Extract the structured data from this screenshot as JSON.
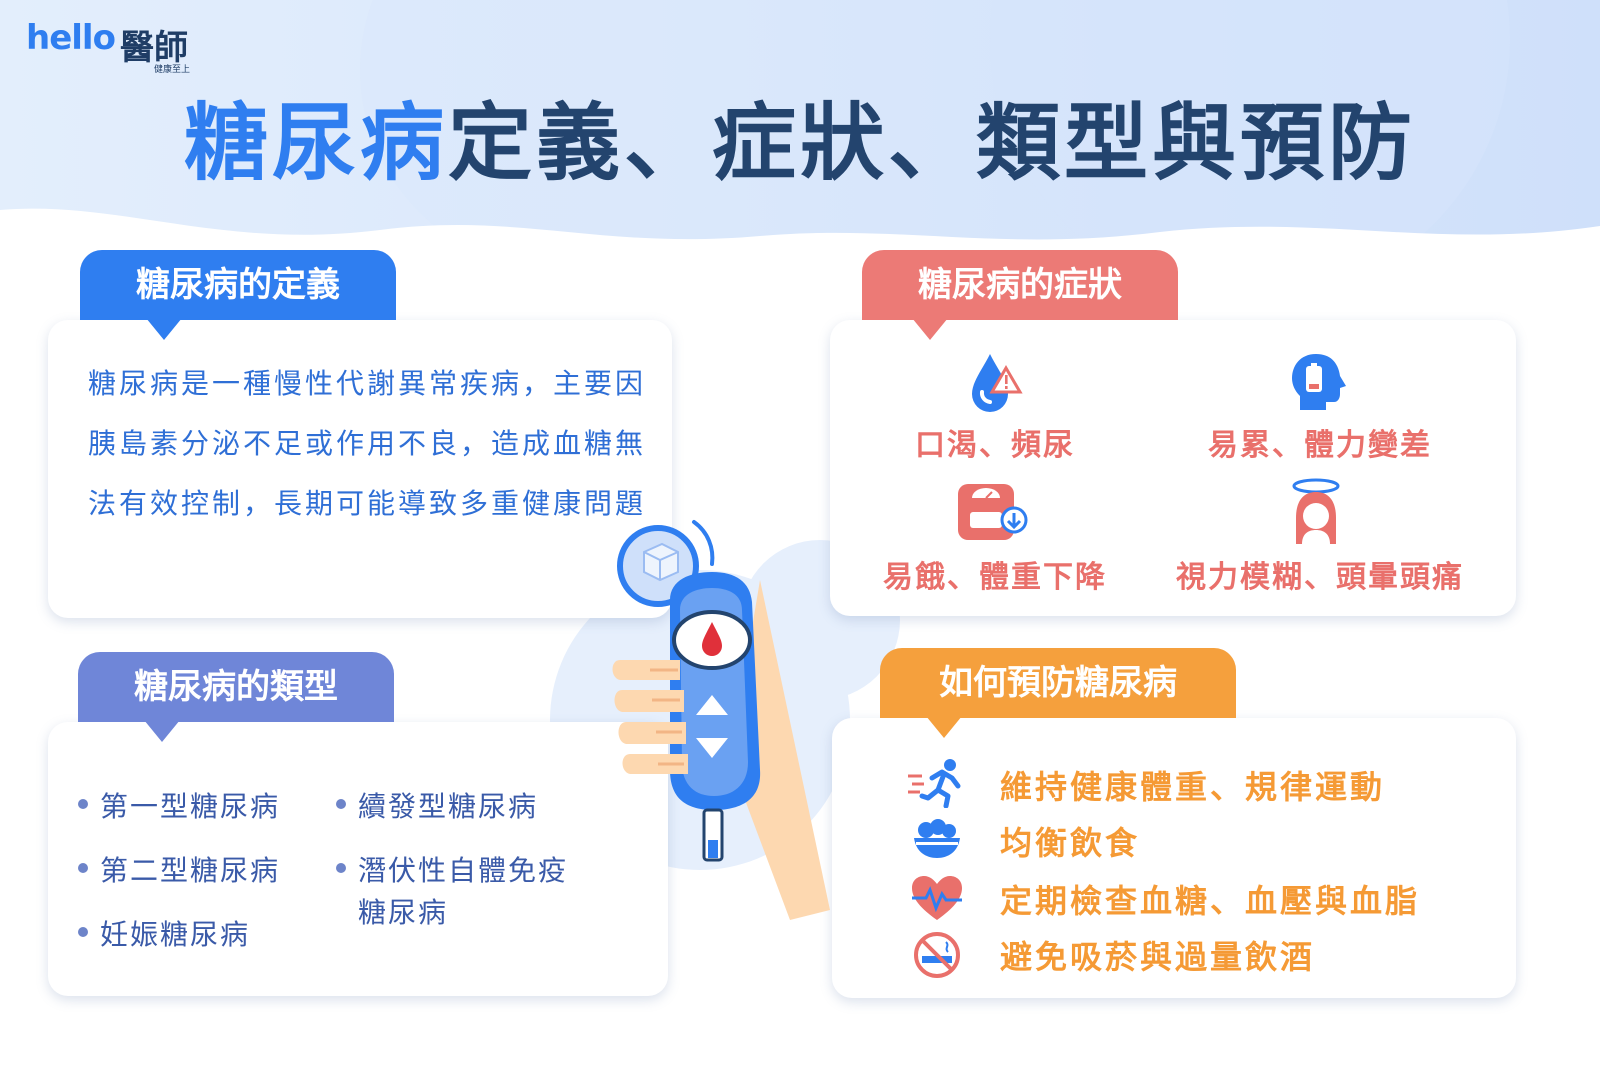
{
  "brand": {
    "logo_en": "hello",
    "logo_cn": "醫師",
    "logo_sub": "健康至上"
  },
  "title": {
    "part1": "糖尿病",
    "part2": "定義、症狀、類型與預防"
  },
  "colors": {
    "blue": "#2f7ef0",
    "navy": "#23446e",
    "red": "#e9706b",
    "purple": "#6f86d8",
    "orange": "#f5a03d"
  },
  "definition": {
    "heading": "糖尿病的定義",
    "body": "糖尿病是一種慢性代謝異常疾病，主要因胰島素分泌不足或作用不良，造成血糖無法有效控制，長期可能導致多重健康問題"
  },
  "symptoms": {
    "heading": "糖尿病的症狀",
    "items": [
      {
        "label": "口渴、頻尿",
        "icon": "water-drop-warning-icon"
      },
      {
        "label": "易累、體力變差",
        "icon": "head-low-battery-icon"
      },
      {
        "label": "易餓、體重下降",
        "icon": "scale-weight-down-icon"
      },
      {
        "label": "視力模糊、頭暈頭痛",
        "icon": "dizzy-woman-icon"
      }
    ]
  },
  "types": {
    "heading": "糖尿病的類型",
    "items": [
      "第一型糖尿病",
      "第二型糖尿病",
      "妊娠糖尿病",
      "續發型糖尿病",
      "潛伏性自體免疫",
      "糖尿病"
    ]
  },
  "prevention": {
    "heading": "如何預防糖尿病",
    "items": [
      {
        "label": "維持健康體重、規律運動",
        "icon": "running-person-icon"
      },
      {
        "label": "均衡飲食",
        "icon": "salad-bowl-icon"
      },
      {
        "label": "定期檢查血糖、血壓與血脂",
        "icon": "heart-pulse-icon"
      },
      {
        "label": "避免吸菸與過量飲酒",
        "icon": "no-smoking-icon"
      }
    ]
  }
}
